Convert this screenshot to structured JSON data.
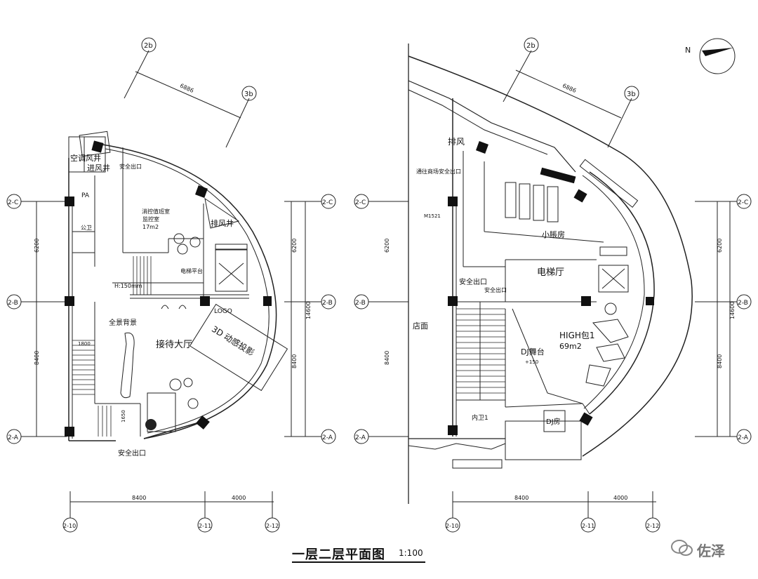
{
  "title": "一层二层平面图",
  "scale": "1:100",
  "watermark": "佐泽",
  "grid": {
    "axes": [
      "2b",
      "3b",
      "2-C",
      "2-B",
      "2-A",
      "2-10",
      "2-11",
      "2-12"
    ],
    "dim_diag": "6886",
    "dim_right_top": "6200",
    "dim_right_total": "14600",
    "dim_right_bottom": "8400",
    "dim_bottom_a": "8400",
    "dim_bottom_b": "4000"
  },
  "floor1": {
    "rooms": {
      "ac_shaft": "空调风井",
      "intake_shaft": "进风井",
      "exhaust_shaft": "排风井",
      "safety_exit_top": "安全出口",
      "pa": "PA",
      "restroom": "公卫",
      "office": "消控值班室",
      "office_sub": "监控室",
      "office_area": "17m2",
      "elevator_platform": "电梯平台",
      "height_note": "H:150mm",
      "logo": "LOGO",
      "panorama_wall": "全景背景",
      "lobby": "接待大厅",
      "projection": "3D 动感投影",
      "dim_1800": "1800",
      "dim_1650": "1650",
      "safety_exit_bottom": "安全出口"
    }
  },
  "floor2": {
    "rooms": {
      "exhaust": "排风",
      "safety_exit_a": "通往商场安全出口",
      "m1521": "M1521",
      "store": "店面",
      "safety_exit_b": "安全出口",
      "safety_exit_c": "安全出口",
      "small_room": "小賬房",
      "elevator_hall": "电梯厅",
      "high_room": "HIGH包1",
      "high_area": "69m2",
      "dj_stage": "DJ舞台",
      "dj_level": "+150",
      "dj_booth": "DJ房",
      "inner_restroom": "内卫1"
    }
  }
}
